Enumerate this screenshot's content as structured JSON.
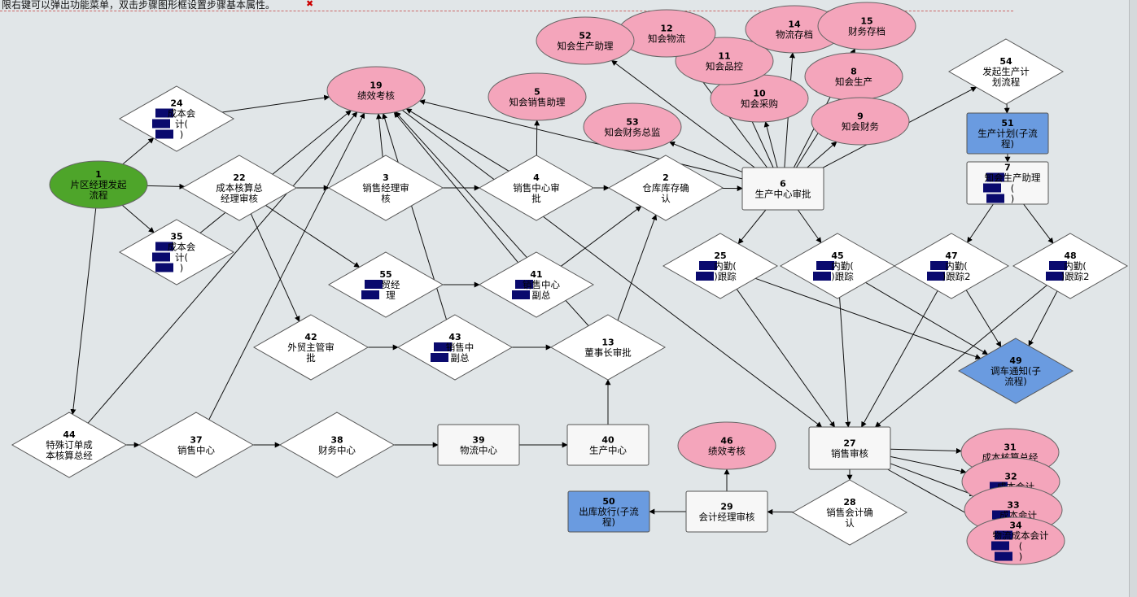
{
  "hint": "限右键可以弹出功能菜单，双击步骤图形框设置步骤基本属性。",
  "colors": {
    "background": "#e1e6e8",
    "start": "#4ea52a",
    "diamond": "#ffffff",
    "ellipse_pink": "#f4a5bb",
    "subprocess_blue": "#6a9be0",
    "redaction": "#0a0a6e"
  },
  "nodes": [
    {
      "id": "1",
      "lines": [
        "片区经理发起",
        "流程"
      ],
      "shape": "start-ellipse"
    },
    {
      "id": "2",
      "lines": [
        "仓库库存确",
        "认"
      ],
      "shape": "diamond"
    },
    {
      "id": "3",
      "lines": [
        "销售经理审",
        "核"
      ],
      "shape": "diamond"
    },
    {
      "id": "4",
      "lines": [
        "销售中心审",
        "批"
      ],
      "shape": "diamond"
    },
    {
      "id": "5",
      "lines": [
        "知会销售助理"
      ],
      "shape": "ellipse"
    },
    {
      "id": "6",
      "lines": [
        "生产中心审批"
      ],
      "shape": "rect"
    },
    {
      "id": "7",
      "lines": [
        "知会生产助理",
        "(",
        " )"
      ],
      "shape": "rect",
      "redacted": true
    },
    {
      "id": "8",
      "lines": [
        "知会生产"
      ],
      "shape": "ellipse"
    },
    {
      "id": "9",
      "lines": [
        "知会财务"
      ],
      "shape": "ellipse"
    },
    {
      "id": "10",
      "lines": [
        "知会采购"
      ],
      "shape": "ellipse"
    },
    {
      "id": "11",
      "lines": [
        "知会品控"
      ],
      "shape": "ellipse"
    },
    {
      "id": "12",
      "lines": [
        "知会物流"
      ],
      "shape": "ellipse"
    },
    {
      "id": "13",
      "lines": [
        "董事长审批"
      ],
      "shape": "diamond"
    },
    {
      "id": "14",
      "lines": [
        "物流存档"
      ],
      "shape": "ellipse"
    },
    {
      "id": "15",
      "lines": [
        "财务存档"
      ],
      "shape": "ellipse"
    },
    {
      "id": "19",
      "lines": [
        "绩效考核"
      ],
      "shape": "ellipse"
    },
    {
      "id": "22",
      "lines": [
        "成本核算总",
        "经理审核"
      ],
      "shape": "diamond"
    },
    {
      "id": "24",
      "lines": [
        "成本会",
        "计(",
        " )"
      ],
      "shape": "diamond",
      "redacted": true
    },
    {
      "id": "25",
      "lines": [
        "内勤(",
        " )跟踪"
      ],
      "shape": "diamond",
      "redacted": true
    },
    {
      "id": "27",
      "lines": [
        "销售审核"
      ],
      "shape": "rect"
    },
    {
      "id": "28",
      "lines": [
        "销售会计确",
        "认"
      ],
      "shape": "diamond"
    },
    {
      "id": "29",
      "lines": [
        "会计经理审核"
      ],
      "shape": "rect"
    },
    {
      "id": "31",
      "lines": [
        "成本核算总经"
      ],
      "shape": "ellipse"
    },
    {
      "id": "32",
      "lines": [
        "成本会计"
      ],
      "shape": "ellipse",
      "redacted": true
    },
    {
      "id": "33",
      "lines": [
        "成本会计"
      ],
      "shape": "ellipse",
      "redacted": true
    },
    {
      "id": "34",
      "lines": [
        "物流成本会计",
        "(",
        ")"
      ],
      "shape": "ellipse",
      "redacted": true
    },
    {
      "id": "35",
      "lines": [
        "成本会",
        "计(",
        ")"
      ],
      "shape": "diamond",
      "redacted": true
    },
    {
      "id": "37",
      "lines": [
        "销售中心"
      ],
      "shape": "diamond"
    },
    {
      "id": "38",
      "lines": [
        "财务中心"
      ],
      "shape": "diamond"
    },
    {
      "id": "39",
      "lines": [
        "物流中心"
      ],
      "shape": "rect"
    },
    {
      "id": "40",
      "lines": [
        "生产中心"
      ],
      "shape": "rect"
    },
    {
      "id": "41",
      "lines": [
        "销售中心",
        "副总"
      ],
      "shape": "diamond",
      "redacted": true
    },
    {
      "id": "42",
      "lines": [
        "外贸主管审",
        "批"
      ],
      "shape": "diamond"
    },
    {
      "id": "43",
      "lines": [
        "销售中",
        "副总"
      ],
      "shape": "diamond",
      "redacted": true
    },
    {
      "id": "44",
      "lines": [
        "特殊订单成",
        "本核算总经"
      ],
      "shape": "diamond"
    },
    {
      "id": "45",
      "lines": [
        "内勤(",
        " )跟踪"
      ],
      "shape": "diamond",
      "redacted": true
    },
    {
      "id": "46",
      "lines": [
        "绩效考核"
      ],
      "shape": "ellipse"
    },
    {
      "id": "47",
      "lines": [
        "内勤(",
        " )跟踪2"
      ],
      "shape": "diamond",
      "redacted": true
    },
    {
      "id": "48",
      "lines": [
        "内勤(",
        " )跟踪2"
      ],
      "shape": "diamond",
      "redacted": true
    },
    {
      "id": "49",
      "lines": [
        "调车通知(子",
        "流程)"
      ],
      "shape": "subprocess-diamond"
    },
    {
      "id": "50",
      "lines": [
        "出库放行(子流",
        "程)"
      ],
      "shape": "subprocess-rect"
    },
    {
      "id": "51",
      "lines": [
        "生产计划(子流",
        "程)"
      ],
      "shape": "subprocess-rect"
    },
    {
      "id": "52",
      "lines": [
        "知会生产助理"
      ],
      "shape": "ellipse"
    },
    {
      "id": "53",
      "lines": [
        "知会财务总监"
      ],
      "shape": "ellipse"
    },
    {
      "id": "54",
      "lines": [
        "发起生产计",
        "划流程"
      ],
      "shape": "diamond"
    },
    {
      "id": "55",
      "lines": [
        "贸经",
        "理"
      ],
      "shape": "diamond",
      "redacted": true
    }
  ],
  "edges": [
    [
      "1",
      "24"
    ],
    [
      "1",
      "22"
    ],
    [
      "1",
      "35"
    ],
    [
      "1",
      "44"
    ],
    [
      "22",
      "3"
    ],
    [
      "22",
      "55"
    ],
    [
      "22",
      "42"
    ],
    [
      "24",
      "19"
    ],
    [
      "35",
      "19"
    ],
    [
      "3",
      "4"
    ],
    [
      "3",
      "19"
    ],
    [
      "55",
      "41"
    ],
    [
      "42",
      "43"
    ],
    [
      "43",
      "13"
    ],
    [
      "43",
      "19"
    ],
    [
      "4",
      "5"
    ],
    [
      "4",
      "2"
    ],
    [
      "4",
      "19"
    ],
    [
      "41",
      "2"
    ],
    [
      "41",
      "19"
    ],
    [
      "13",
      "2"
    ],
    [
      "13",
      "19"
    ],
    [
      "2",
      "6"
    ],
    [
      "44",
      "37"
    ],
    [
      "44",
      "19"
    ],
    [
      "37",
      "38"
    ],
    [
      "37",
      "19"
    ],
    [
      "38",
      "39"
    ],
    [
      "39",
      "40"
    ],
    [
      "40",
      "13"
    ],
    [
      "6",
      "52"
    ],
    [
      "6",
      "12"
    ],
    [
      "6",
      "11"
    ],
    [
      "6",
      "10"
    ],
    [
      "6",
      "14"
    ],
    [
      "6",
      "15"
    ],
    [
      "6",
      "8"
    ],
    [
      "6",
      "9"
    ],
    [
      "6",
      "53"
    ],
    [
      "6",
      "54"
    ],
    [
      "6",
      "19"
    ],
    [
      "6",
      "25"
    ],
    [
      "6",
      "45"
    ],
    [
      "54",
      "51"
    ],
    [
      "51",
      "7"
    ],
    [
      "7",
      "47"
    ],
    [
      "7",
      "48"
    ],
    [
      "25",
      "49"
    ],
    [
      "45",
      "49"
    ],
    [
      "47",
      "49"
    ],
    [
      "48",
      "49"
    ],
    [
      "25",
      "27"
    ],
    [
      "45",
      "27"
    ],
    [
      "47",
      "27"
    ],
    [
      "48",
      "27"
    ],
    [
      "19",
      "27"
    ],
    [
      "27",
      "31"
    ],
    [
      "27",
      "32"
    ],
    [
      "27",
      "33"
    ],
    [
      "27",
      "34"
    ],
    [
      "27",
      "28"
    ],
    [
      "28",
      "29"
    ],
    [
      "29",
      "46"
    ],
    [
      "29",
      "50"
    ]
  ]
}
